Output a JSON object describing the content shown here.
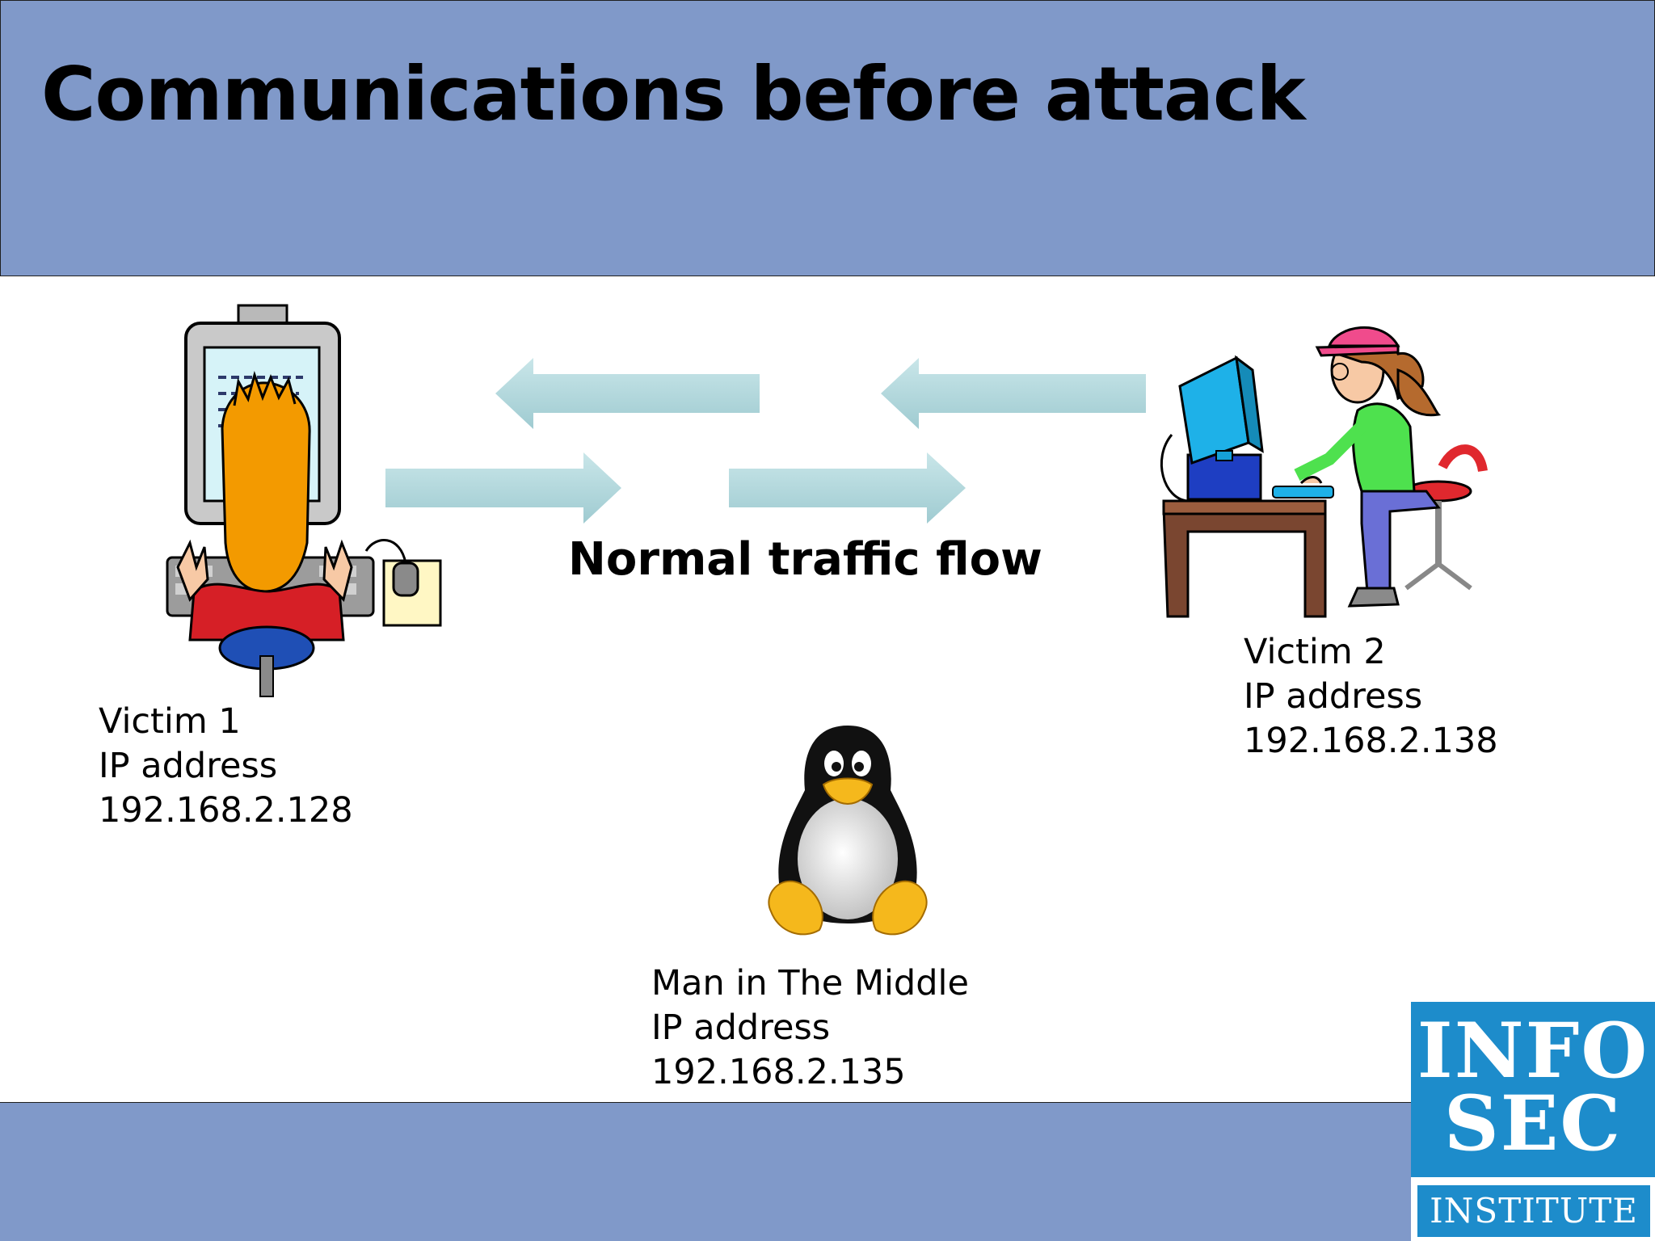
{
  "slide": {
    "title": "Communications before attack",
    "flow_label": "Normal traffic flow"
  },
  "victim1": {
    "name": "Victim 1",
    "ip_label": "IP address",
    "ip": "192.168.2.128"
  },
  "victim2": {
    "name": "Victim 2",
    "ip_label": "IP address",
    "ip": "192.168.2.138"
  },
  "mitm": {
    "name": "Man in The Middle",
    "ip_label": "IP address",
    "ip": "192.168.2.135"
  },
  "logo": {
    "line1": "INFO",
    "line2": "SEC",
    "line3": "INSTITUTE"
  },
  "icons": [
    "computer-user-icon",
    "desk-user-icon",
    "tux-penguin-icon",
    "arrow-left-icon",
    "arrow-right-icon"
  ],
  "colors": {
    "band": "#8099c9",
    "arrow": "#a9d3d8",
    "logo_blue": "#1d8ccb"
  }
}
